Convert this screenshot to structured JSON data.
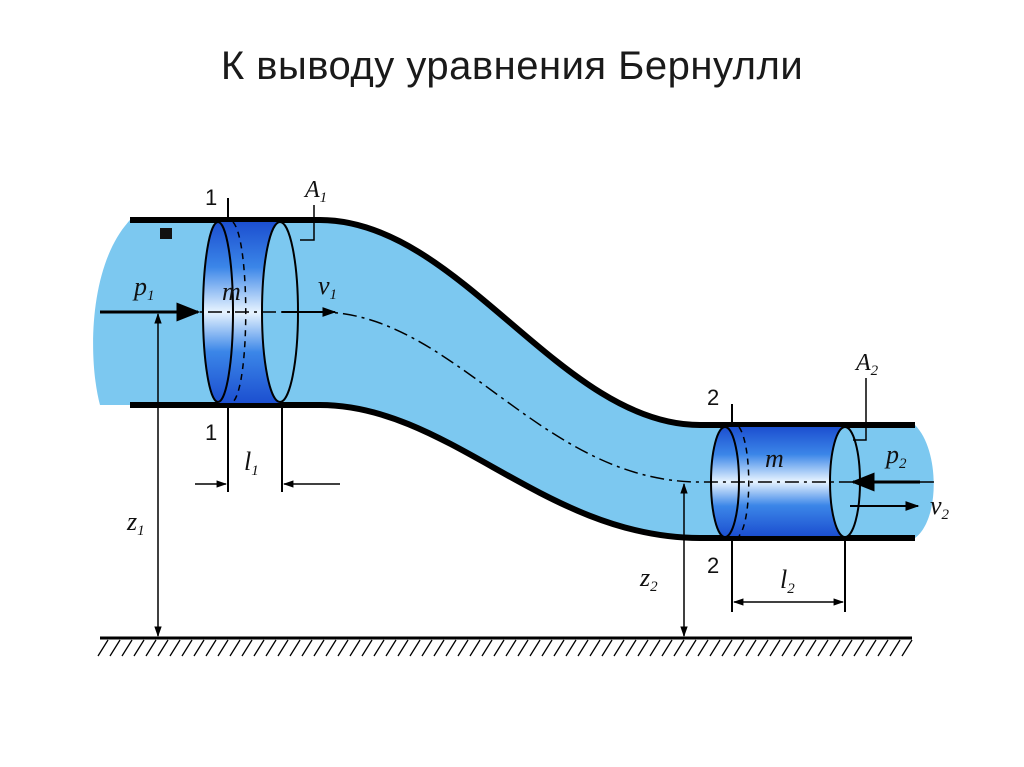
{
  "title": "К выводу уравнения Бернулли",
  "labels": {
    "section1_top": "1",
    "section1_bottom": "1",
    "section2_top": "2",
    "section2_bottom": "2",
    "area1": "A",
    "area1_sub": "1",
    "area2": "A",
    "area2_sub": "2",
    "pressure1": "p",
    "pressure1_sub": "1",
    "pressure2": "p",
    "pressure2_sub": "2",
    "velocity1": "v",
    "velocity1_sub": "1",
    "velocity2": "v",
    "velocity2_sub": "2",
    "mass1": "m",
    "mass2": "m",
    "length1": "l",
    "length1_sub": "1",
    "length2": "l",
    "length2_sub": "2",
    "height1": "z",
    "height1_sub": "1",
    "height2": "z",
    "height2_sub": "2"
  },
  "colors": {
    "fluid": "#7cc8f0",
    "fluid_dark": "#1f5fd6",
    "outline": "#000000"
  }
}
